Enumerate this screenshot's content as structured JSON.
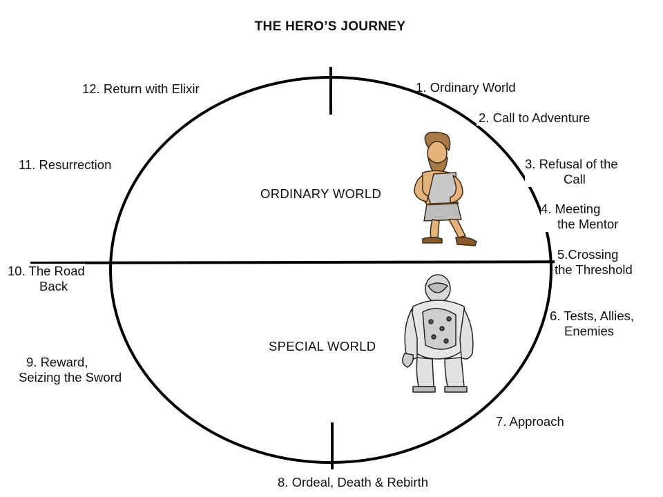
{
  "title": "THE HERO’S JOURNEY",
  "zones": {
    "upper": "ORDINARY WORLD",
    "lower": "SPECIAL WORLD"
  },
  "stages": [
    {
      "line1": "1.  Ordinary World",
      "line2": ""
    },
    {
      "line1": "2. Call to Adventure",
      "line2": ""
    },
    {
      "line1": "3. Refusal of the",
      "line2": "Call"
    },
    {
      "line1": "4. Meeting",
      "line2": "the Mentor"
    },
    {
      "line1": "5.Crossing",
      "line2": "the Threshold"
    },
    {
      "line1": "6. Tests, Allies,",
      "line2": "Enemies"
    },
    {
      "line1": "7. Approach",
      "line2": ""
    },
    {
      "line1": "8. Ordeal, Death & Rebirth",
      "line2": ""
    },
    {
      "line1": "9. Reward,",
      "line2": "Seizing the Sword"
    },
    {
      "line1": "10. The Road",
      "line2": "Back"
    },
    {
      "line1": "11. Resurrection",
      "line2": ""
    },
    {
      "line1": "12. Return with Elixir",
      "line2": ""
    }
  ],
  "illustrations": {
    "hero": "hero-figure-illustration",
    "monster": "ogre-figure-illustration"
  }
}
